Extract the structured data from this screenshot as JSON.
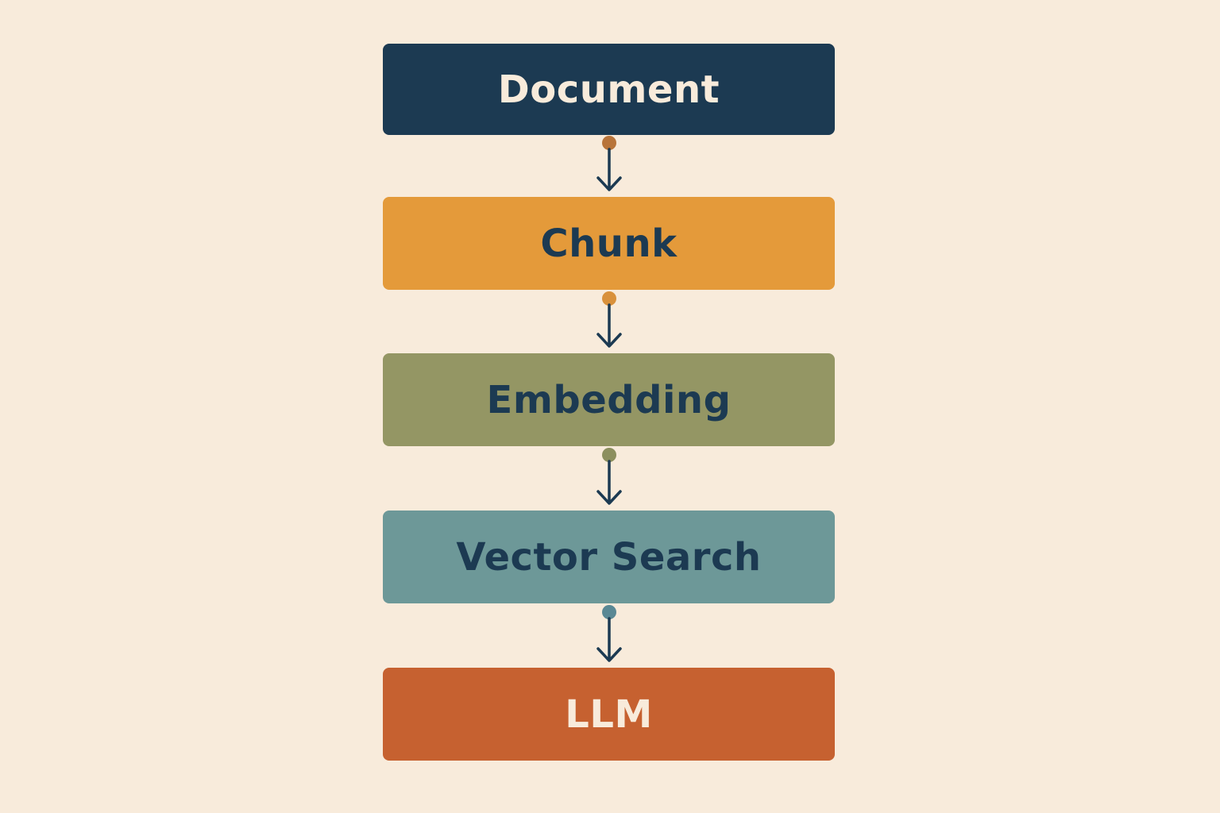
{
  "diagram": {
    "nodes": [
      {
        "id": "document",
        "label": "Document",
        "fill": "#1c3a52",
        "text_color": "#f8ebdb"
      },
      {
        "id": "chunk",
        "label": "Chunk",
        "fill": "#e49a3a",
        "text_color": "#1c3a52"
      },
      {
        "id": "embedding",
        "label": "Embedding",
        "fill": "#949664",
        "text_color": "#1c3a52"
      },
      {
        "id": "vector-search",
        "label": "Vector Search",
        "fill": "#6d9898",
        "text_color": "#1c3a52"
      },
      {
        "id": "llm",
        "label": "LLM",
        "fill": "#c66130",
        "text_color": "#f8ebdb"
      }
    ],
    "edges": [
      {
        "from": "document",
        "to": "chunk",
        "dot_color": "#b8743a"
      },
      {
        "from": "chunk",
        "to": "embedding",
        "dot_color": "#d9913b"
      },
      {
        "from": "embedding",
        "to": "vector-search",
        "dot_color": "#8c8f5e"
      },
      {
        "from": "vector-search",
        "to": "llm",
        "dot_color": "#5a8894"
      }
    ],
    "colors": {
      "background": "#f8ebdb",
      "arrow": "#1c3a52"
    }
  }
}
